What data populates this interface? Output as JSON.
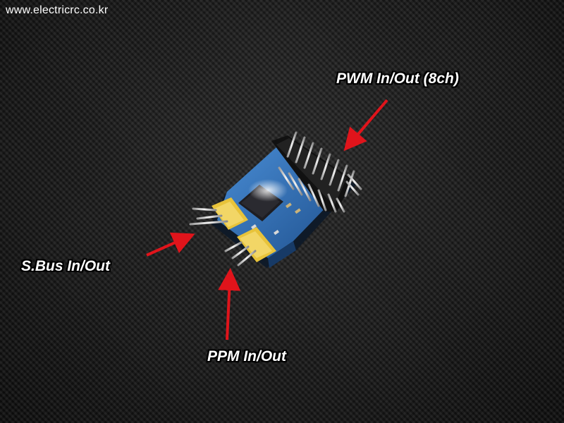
{
  "watermark": "www.electricrc.co.kr",
  "labels": {
    "pwm": "PWM In/Out (8ch)",
    "sbus": "S.Bus In/Out",
    "ppm": "PPM In/Out"
  },
  "colors": {
    "arrow": "#e0141b",
    "pcb": "#2f6fb3",
    "header_yellow": "#e8c33a",
    "background": "#1c1c1c"
  }
}
